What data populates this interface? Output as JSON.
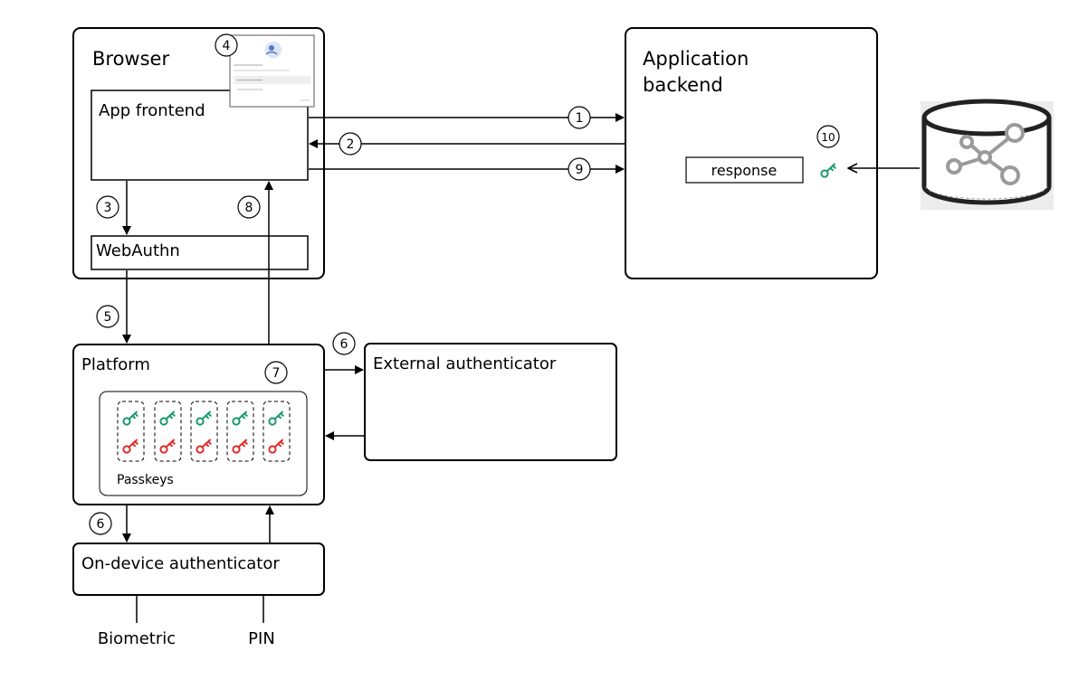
{
  "browser": {
    "title": "Browser",
    "app_frontend": "App frontend",
    "webauthn": "WebAuthn"
  },
  "backend": {
    "title_line1": "Application",
    "title_line2": "backend",
    "response": "response"
  },
  "platform": {
    "title": "Platform",
    "passkeys_label": "Passkeys"
  },
  "external_authenticator": "External authenticator",
  "on_device_authenticator": "On-device authenticator",
  "inputs": {
    "biometric": "Biometric",
    "pin": "PIN"
  },
  "steps": [
    "1",
    "2",
    "3",
    "4",
    "5",
    "6",
    "7",
    "8",
    "9",
    "10"
  ],
  "colors": {
    "key_green": "#1a9a6b",
    "key_red": "#e02a2a",
    "db_fill": "#ececec",
    "db_graph": "#9a9a9a"
  },
  "icons": [
    "key-icon",
    "database-graph-icon",
    "passkey-dialog-thumbnail"
  ]
}
